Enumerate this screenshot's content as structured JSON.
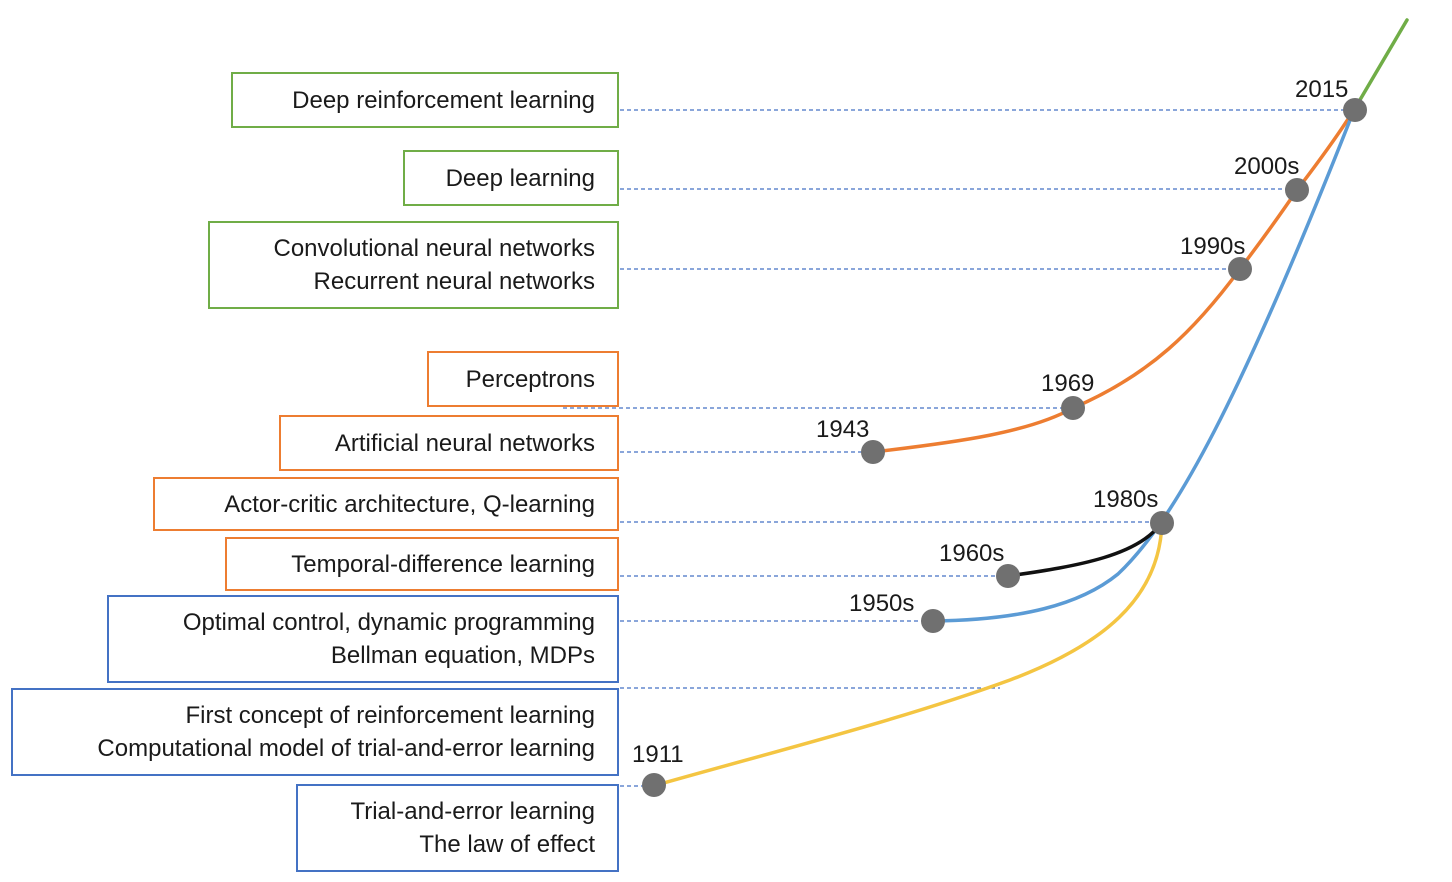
{
  "colors": {
    "green": "#70ad47",
    "orange": "#ed7d31",
    "blue": "#4472c4",
    "curve_blue": "#5b9bd5",
    "yellow": "#f4c542",
    "black": "#111111",
    "dot": "#707070",
    "dash": "#4472c4"
  },
  "boxes": [
    {
      "id": "deep-rl",
      "color": "green",
      "lines": [
        "Deep reinforcement learning"
      ]
    },
    {
      "id": "deep-learning",
      "color": "green",
      "lines": [
        "Deep learning"
      ]
    },
    {
      "id": "cnn-rnn",
      "color": "green",
      "lines": [
        "Convolutional neural networks",
        "Recurrent neural networks"
      ]
    },
    {
      "id": "perceptrons",
      "color": "orange",
      "lines": [
        "Perceptrons"
      ]
    },
    {
      "id": "ann",
      "color": "orange",
      "lines": [
        "Artificial neural networks"
      ]
    },
    {
      "id": "actor-critic",
      "color": "orange",
      "lines": [
        "Actor-critic architecture, Q-learning"
      ]
    },
    {
      "id": "td-learning",
      "color": "orange",
      "lines": [
        "Temporal-difference learning"
      ]
    },
    {
      "id": "optimal-control",
      "color": "blue",
      "lines": [
        "Optimal control, dynamic programming",
        "Bellman equation, MDPs"
      ]
    },
    {
      "id": "first-concept",
      "color": "blue",
      "lines": [
        "First concept of reinforcement learning",
        "Computational model of trial-and-error learning"
      ]
    },
    {
      "id": "trial-error",
      "color": "blue",
      "lines": [
        "Trial-and-error learning",
        "The law of effect"
      ]
    }
  ],
  "milestones": [
    {
      "id": "2015",
      "label": "2015"
    },
    {
      "id": "2000s",
      "label": "2000s"
    },
    {
      "id": "1990s",
      "label": "1990s"
    },
    {
      "id": "1969",
      "label": "1969"
    },
    {
      "id": "1943",
      "label": "1943"
    },
    {
      "id": "1980s",
      "label": "1980s"
    },
    {
      "id": "1960s",
      "label": "1960s"
    },
    {
      "id": "1950s",
      "label": "1950s"
    },
    {
      "id": "1911",
      "label": "1911"
    }
  ]
}
